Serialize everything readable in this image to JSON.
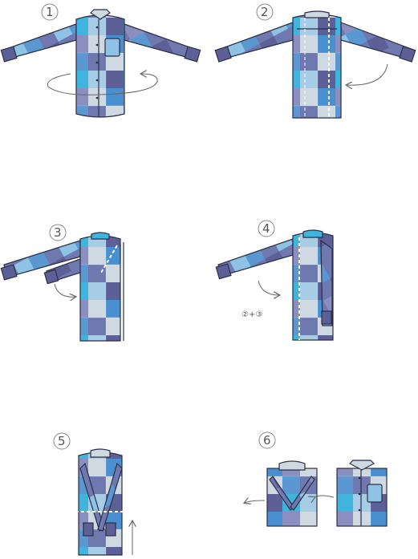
{
  "steps": [
    {
      "number": "1"
    },
    {
      "number": "2"
    },
    {
      "number": "3"
    },
    {
      "number": "4",
      "note": "②+③"
    },
    {
      "number": "5"
    },
    {
      "number": "6"
    }
  ],
  "colors": {
    "plaid_light": "#cfd9e2",
    "plaid_sky": "#8fc3e6",
    "plaid_blue": "#5b97d0",
    "plaid_navy": "#5d5f97",
    "plaid_cyan": "#3fb4dd",
    "outline": "#2b2f44",
    "arrow": "#666666",
    "fold_line": "#ffffff"
  }
}
